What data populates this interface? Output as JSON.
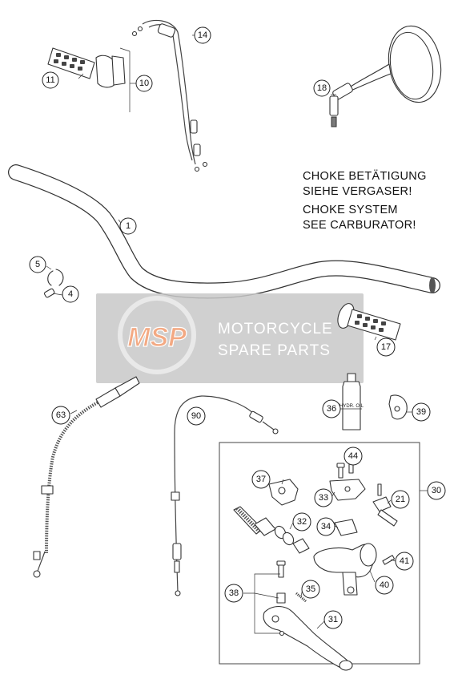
{
  "notes": {
    "de_line1": "CHOKE BETÄTIGUNG",
    "de_line2": "SIEHE VERGASER!",
    "en_line1": "CHOKE SYSTEM",
    "en_line2": "SEE CARBURATOR!"
  },
  "watermark": {
    "logo": "MSP",
    "line1": "MOTORCYCLE",
    "line2": "SPARE PARTS"
  },
  "oil_bottle_label": "HYDR. OIL",
  "callouts": [
    "14",
    "11",
    "10",
    "18",
    "1",
    "5",
    "4",
    "17",
    "63",
    "90",
    "36",
    "39",
    "30",
    "44",
    "37",
    "33",
    "21",
    "32",
    "34",
    "41",
    "40",
    "38",
    "35",
    "31"
  ]
}
